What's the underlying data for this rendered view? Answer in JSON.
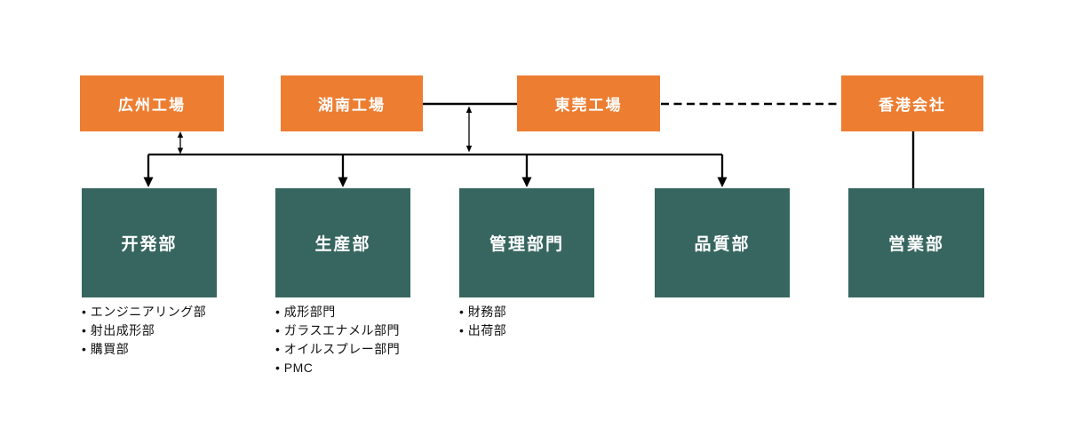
{
  "colors": {
    "background": "#FFFFFF",
    "factory_box": "#ED7D31",
    "department_box": "#376660",
    "box_text": "#FFFFFF",
    "list_text": "#111111",
    "connector": "#000000"
  },
  "factories": [
    {
      "label": "広州工場"
    },
    {
      "label": "湖南工場"
    },
    {
      "label": "東莞工場"
    },
    {
      "label": "香港会社"
    }
  ],
  "departments": [
    {
      "label": "开発部",
      "sub_departments": [
        "エンジニアリング部",
        "射出成形部",
        "購買部"
      ]
    },
    {
      "label": "生産部",
      "sub_departments": [
        "成形部門",
        "ガラスエナメル部門",
        "オイルスプレー部門",
        "PMC"
      ]
    },
    {
      "label": "管理部門",
      "sub_departments": [
        "財務部",
        "出荷部"
      ]
    },
    {
      "label": "品質部",
      "sub_departments": []
    },
    {
      "label": "営業部",
      "sub_departments": []
    }
  ],
  "connections": [
    {
      "from": "湖南工場",
      "to": "東莞工場",
      "style": "solid-line"
    },
    {
      "from": "東莞工場",
      "to": "香港会社",
      "style": "dashed-line"
    },
    {
      "from": "広州工場",
      "to": "distribution-line",
      "style": "double-headed-arrow"
    },
    {
      "from": "湖南工場-東莞工場-line",
      "to": "distribution-line",
      "style": "double-headed-arrow"
    },
    {
      "from": "distribution-line",
      "to": "开発部, 生産部, 管理部門, 品質部",
      "style": "arrow-down"
    },
    {
      "from": "香港会社",
      "to": "営業部",
      "style": "solid-line"
    }
  ]
}
